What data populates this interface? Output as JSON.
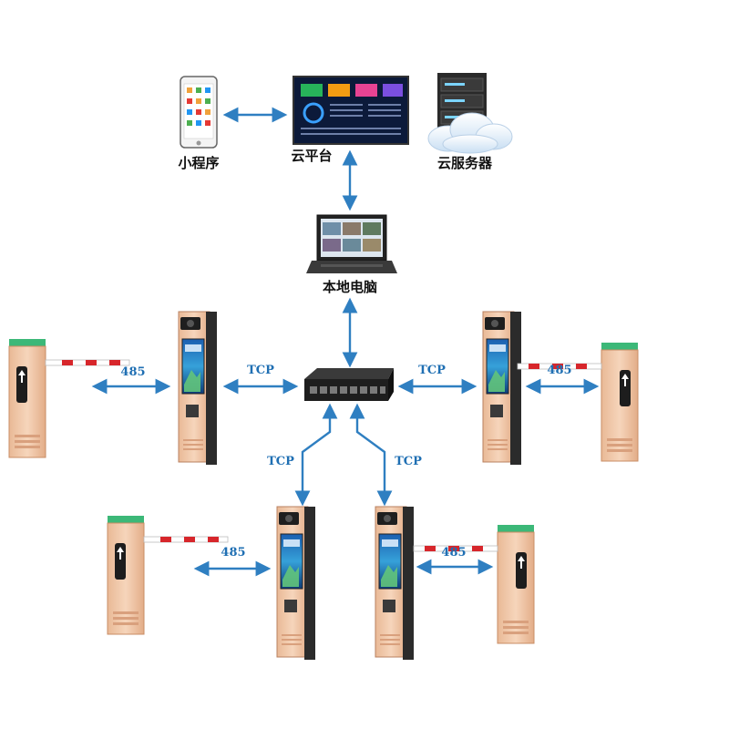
{
  "nodes": {
    "mini_program": "小程序",
    "cloud_platform": "云平台",
    "cloud_server": "云服务器",
    "local_pc": "本地电脑"
  },
  "links": {
    "tcp": "TCP",
    "rs485": "485"
  },
  "colors": {
    "arrow": "#2f7fc1",
    "protocol_text": "#1f6fb3",
    "barrier_body": "#f0c7a5",
    "barrier_top": "#3cb878",
    "boom_red": "#d7262b",
    "terminal_dark": "#2b2b2b",
    "switch_body": "#1e1e1e"
  },
  "icons": [
    "phone-icon",
    "dashboard-screen-icon",
    "server-cloud-icon",
    "laptop-icon",
    "network-switch-icon",
    "barrier-gate-icon",
    "camera-terminal-icon"
  ]
}
